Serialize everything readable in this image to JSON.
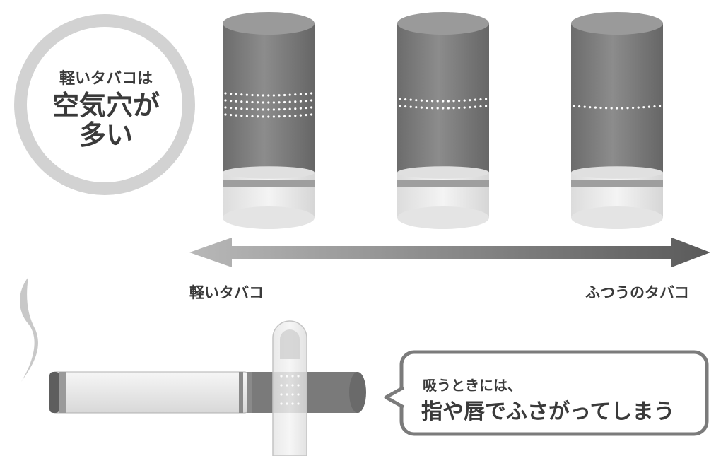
{
  "bubble_light_note": {
    "line1": "軽いタバコは",
    "line2": "空気穴が",
    "line3": "多い"
  },
  "scale": {
    "left_label": "軽いタバコ",
    "right_label": "ふつうのタバコ"
  },
  "filters": [
    {
      "kind": "light",
      "ventilation_rows": 4
    },
    {
      "kind": "medium",
      "ventilation_rows": 2
    },
    {
      "kind": "regular",
      "ventilation_rows": 1
    }
  ],
  "bubble_smoking_note": {
    "line1": "吸うときには、",
    "line2": "指や唇でふさがってしまう"
  },
  "colors": {
    "filter_brown": "#7a7a7a",
    "paper": "#eeeeee",
    "outline": "#555555",
    "bubble_border": "#7b7b7b"
  }
}
